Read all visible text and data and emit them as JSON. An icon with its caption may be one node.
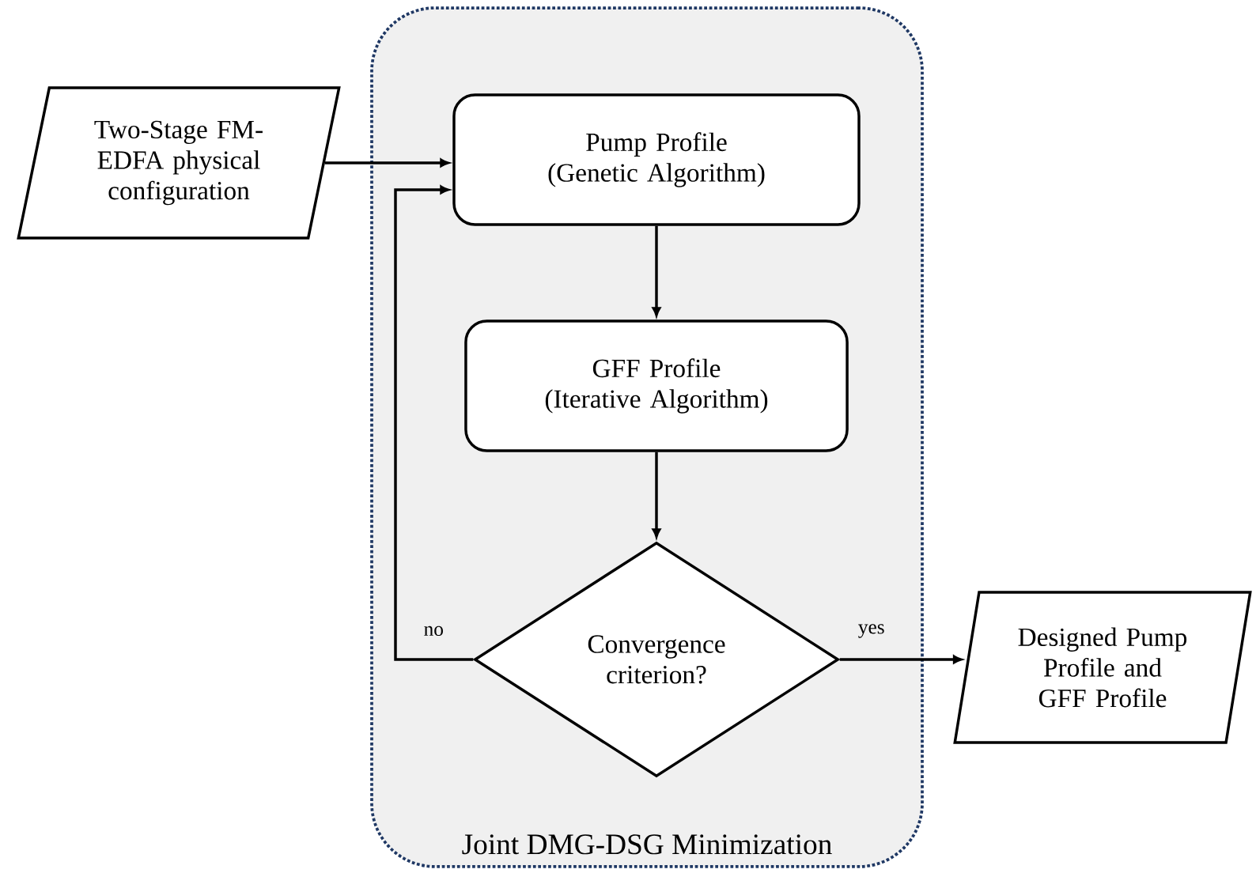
{
  "diagram": {
    "nodes": [
      {
        "text": [
          "Joint DMG-DSG Minimization"
        ]
      },
      {
        "text": [
          "Two-Stage FM-EDFA physical configuration"
        ]
      },
      {
        "text": [
          "Pump Profile (Genetic Algorithm)"
        ],
        "in": 0
      },
      {
        "text": [
          "GFF Profile (Iterative Algorithm)"
        ],
        "in": 0
      },
      {
        "text": [
          "Convergence criterion?"
        ],
        "in": 0
      },
      {
        "text": [
          "Designed Pump Profile and GFF Profile"
        ]
      }
    ],
    "edges": [
      {
        "from": 1,
        "to": 2,
        "arrow": "to"
      },
      {
        "from": 2,
        "to": 3,
        "arrow": "to"
      },
      {
        "from": 3,
        "to": 4,
        "arrow": "to"
      },
      {
        "from": 4,
        "to": 2,
        "arrow": "to",
        "label": "no"
      },
      {
        "from": 4,
        "to": 5,
        "arrow": "to",
        "label": "yes"
      }
    ]
  }
}
